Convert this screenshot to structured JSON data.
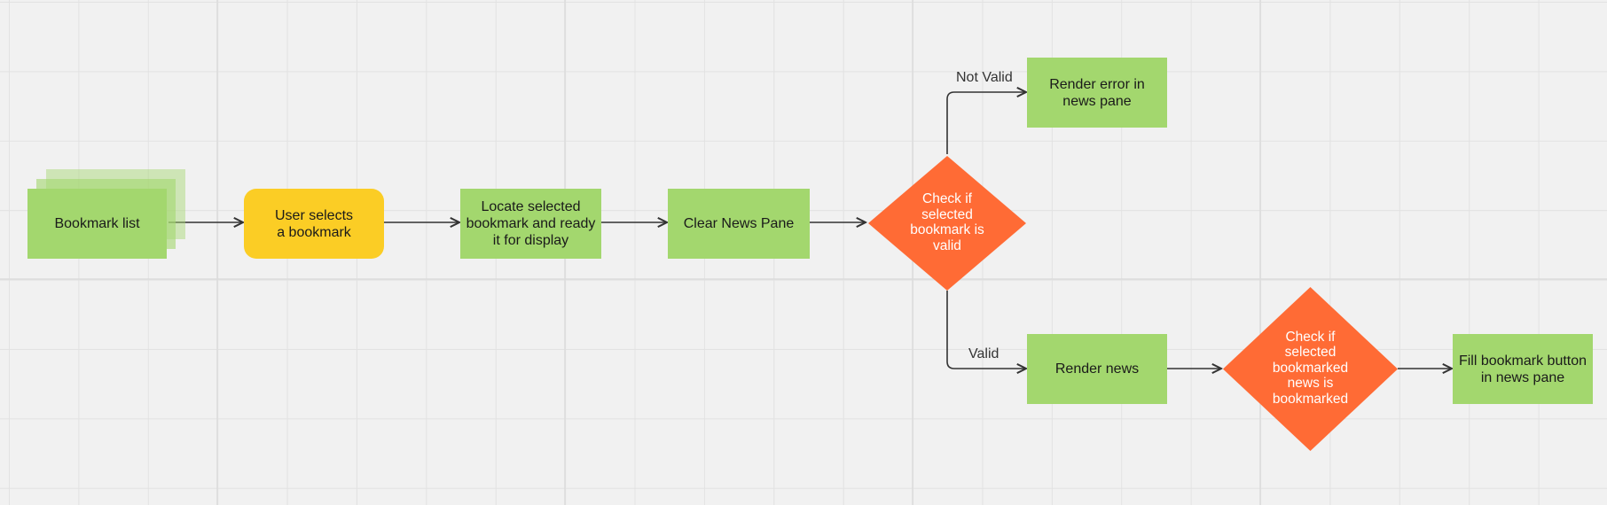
{
  "colors": {
    "process": "#a3d76e",
    "terminal": "#fbcd25",
    "decision": "#ff6b35",
    "connector": "#333333",
    "canvas": "#f1f1f1"
  },
  "nodes": {
    "bookmark_list": "Bookmark list",
    "user_selects": "User selects\na bookmark",
    "locate_selected": "Locate selected\nbookmark and ready\nit for display",
    "clear_news_pane": "Clear News Pane",
    "check_valid": "Check if\nselected\nbookmark is\nvalid",
    "render_error": "Render error in\nnews pane",
    "render_news": "Render news",
    "check_bookmarked": "Check if\nselected\nbookmarked\nnews is\nbookmarked",
    "fill_bookmark": "Fill bookmark button\nin news pane"
  },
  "edge_labels": {
    "not_valid": "Not Valid",
    "valid": "Valid"
  },
  "shape_icons": {
    "bookmark_list": "multiple-documents-stack-icon"
  }
}
